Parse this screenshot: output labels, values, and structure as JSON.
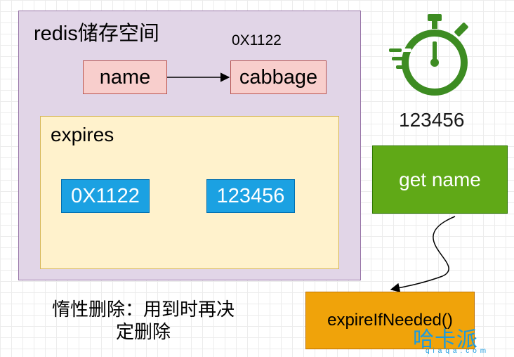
{
  "redis": {
    "title": "redis储存空间",
    "address_label": "0X1122",
    "key": "name",
    "value": "cabbage"
  },
  "expires": {
    "title": "expires",
    "key": "0X1122",
    "value": "123456"
  },
  "timer": {
    "icon": "stopwatch-icon",
    "value": "123456",
    "color": "#3d8c22"
  },
  "command": {
    "label": "get name"
  },
  "function_box": {
    "label": "expireIfNeeded()"
  },
  "note": {
    "line1": "惰性删除：用到时再决",
    "line2": "定删除"
  },
  "watermark": {
    "main": "哈卡派",
    "sub": "qiaqa.com"
  },
  "colors": {
    "redis_fill": "#e1d5e7",
    "expires_fill": "#fff2cc",
    "entry_fill": "#f8cecc",
    "blue_fill": "#1ba1e2",
    "green_fill": "#60a917",
    "orange_fill": "#f0a30a"
  }
}
